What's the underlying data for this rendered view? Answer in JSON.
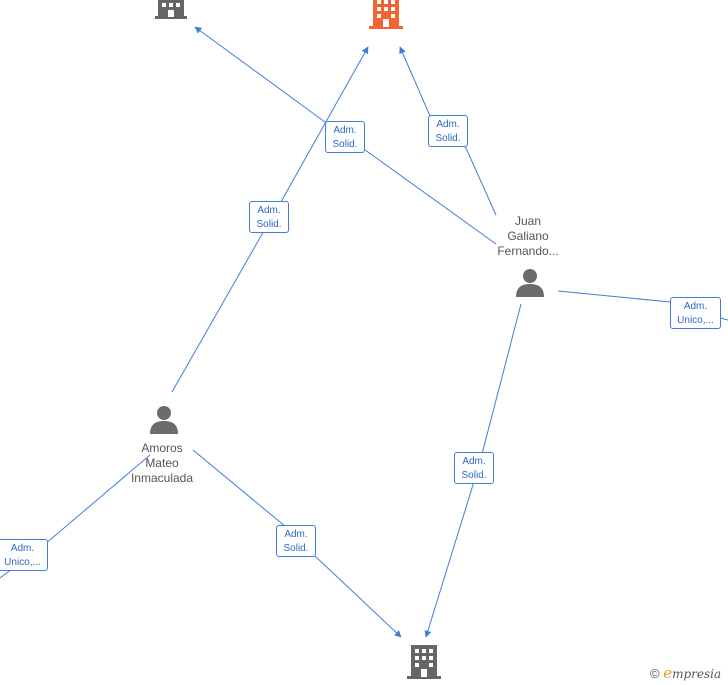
{
  "colors": {
    "edge": "#3f7fd6",
    "company_grey": "#666666",
    "company_highlight": "#f26430",
    "person": "#6b6b6b"
  },
  "nodes": {
    "company_top_left": {
      "type": "company",
      "icon": "building-icon"
    },
    "company_top_center": {
      "type": "company",
      "icon": "building-icon",
      "highlight": true
    },
    "company_bottom": {
      "type": "company",
      "icon": "building-icon"
    },
    "person_juan": {
      "type": "person",
      "icon": "person-icon",
      "label": [
        "Juan",
        "Galiano",
        "Fernando..."
      ]
    },
    "person_amoros": {
      "type": "person",
      "icon": "person-icon",
      "label": [
        "Amoros",
        "Mateo",
        "Inmaculada"
      ]
    }
  },
  "edges": [
    {
      "id": "juan_to_top_left",
      "label": [
        "Adm.",
        "Solid."
      ]
    },
    {
      "id": "juan_to_top_center",
      "label": [
        "Adm.",
        "Solid."
      ]
    },
    {
      "id": "amoros_to_top_center",
      "label": [
        "Adm.",
        "Solid."
      ]
    },
    {
      "id": "juan_to_right",
      "label": [
        "Adm.",
        "Unico,..."
      ]
    },
    {
      "id": "juan_to_bottom",
      "label": [
        "Adm.",
        "Solid."
      ]
    },
    {
      "id": "amoros_to_bottom",
      "label": [
        "Adm.",
        "Solid."
      ]
    },
    {
      "id": "amoros_to_left",
      "label": [
        "Adm.",
        "Unico,..."
      ]
    }
  ],
  "watermark": {
    "copyright": "©",
    "brand_initial": "e",
    "brand_rest": "mpresia"
  }
}
